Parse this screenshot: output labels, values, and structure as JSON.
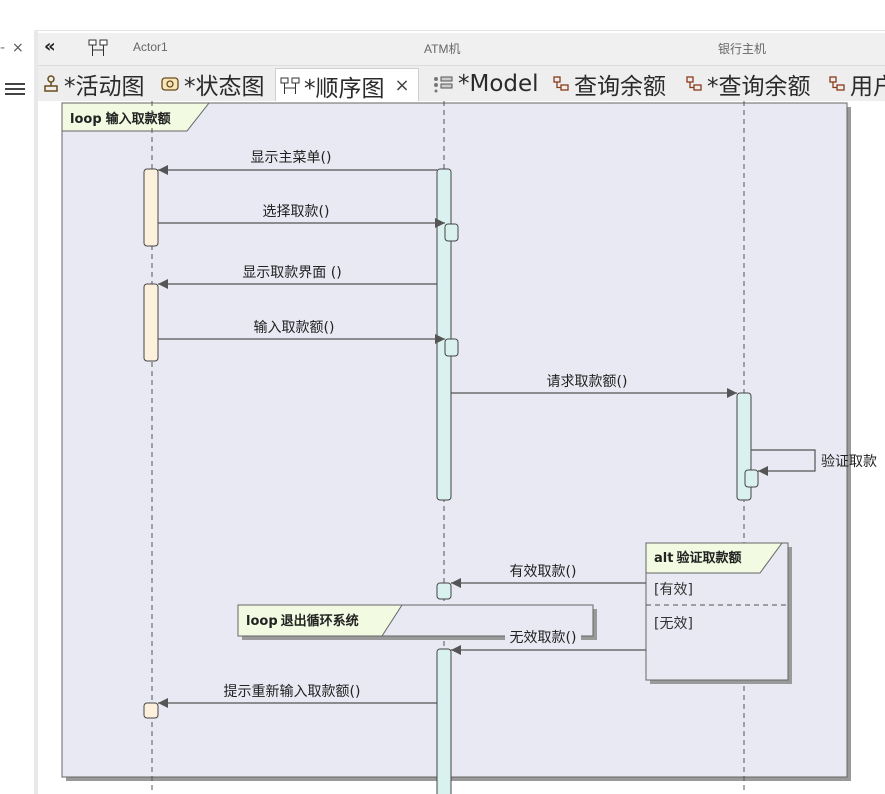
{
  "left_panel": {
    "close_glyph": "×",
    "dash_glyph": "-"
  },
  "header": {
    "collapse_glyph": "«",
    "lifelines": [
      "Actor1",
      "ATM机",
      "银行主机"
    ]
  },
  "tabs": [
    {
      "label": "*活动图",
      "icon": "activity-diagram-icon"
    },
    {
      "label": "*状态图",
      "icon": "state-diagram-icon"
    },
    {
      "label": "*顺序图",
      "icon": "sequence-diagram-icon",
      "active": true,
      "close": "×"
    },
    {
      "label": "*Model",
      "icon": "model-icon"
    },
    {
      "label": "查询余额",
      "icon": "tree-icon"
    },
    {
      "label": "*查询余额",
      "icon": "tree-icon"
    },
    {
      "label": "用户",
      "icon": "tree-icon"
    }
  ],
  "diagram": {
    "outer_fragment": {
      "keyword": "loop",
      "name": "输入取款额"
    },
    "messages": [
      {
        "label": "显示主菜单()"
      },
      {
        "label": "选择取款()"
      },
      {
        "label": "显示取款界面 ()"
      },
      {
        "label": "输入取款额()"
      },
      {
        "label": "请求取款额()"
      },
      {
        "label": "验证取款"
      },
      {
        "label": "有效取款()"
      },
      {
        "label": "无效取款()"
      },
      {
        "label": "提示重新输入取款额()"
      }
    ],
    "alt_fragment": {
      "keyword": "alt",
      "name": "验证取款额",
      "guards": [
        "[有效]",
        "[无效]"
      ]
    },
    "inner_loop": {
      "keyword": "loop",
      "name": "退出循环系统"
    }
  },
  "colors": {
    "frame_header_fill": "#f2fbe2",
    "actor_activation": "#fdf0dc",
    "system_activation": "#d9f2f0",
    "canvas_bg": "#e8e9f3"
  }
}
